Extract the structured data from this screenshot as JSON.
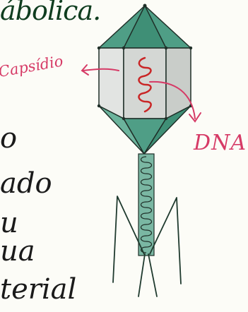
{
  "title_fragment": "ábolica.",
  "labels": {
    "capsid": "Capsídio",
    "dna": "DNA"
  },
  "left_fragments": [
    "o",
    "ado",
    "u",
    "ua",
    "terial"
  ],
  "colors": {
    "capsid_top": "#4f9e86",
    "capsid_side": "#6bb39c",
    "capsid_face": "#d8dbd8",
    "tail": "#7ab7a3",
    "label_ink": "#d63a66",
    "dna": "#c92626",
    "outline": "#1f2f28"
  }
}
